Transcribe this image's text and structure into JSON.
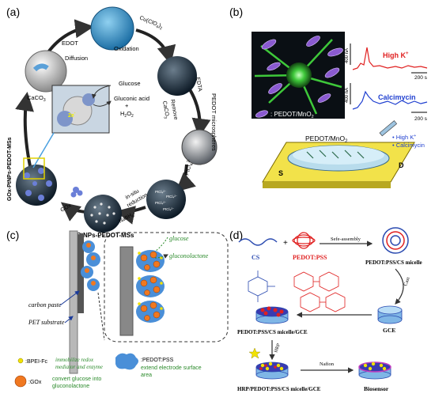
{
  "panel_a": {
    "label": "(a)",
    "steps": {
      "edot": "EDOT",
      "cu": "Cu(ClO",
      "cu_sub4": "4",
      "cu_close": ")",
      "cu_sub2": "2",
      "diffusion": "Diffusion",
      "oxidation": "Oxidation",
      "edta": "EDTA",
      "remove": "Remove",
      "caco3_inner": "CaCO",
      "caco3_inner_sub": "3",
      "microspheres": "PEDOT microspheres",
      "ptcl": "PtCl",
      "ptcl_sub": "4",
      "ptcl_sup": "2-",
      "insitu": "in-situ",
      "reduction": "reduction",
      "nabh": "NaBH",
      "nabh_sub": "4",
      "ptnps": "PtNPs-PEDOT-MSs",
      "gox": "GOx",
      "gox_full": "GOx-PtNPs-PEDOT-MSs",
      "caco3": "CaCO",
      "caco3_sub": "3",
      "glucose": "Glucose",
      "gluconic": "Gluconic acid",
      "plus": "+",
      "h2o2": "H",
      "h2o2_sub2": "2",
      "h2o2_o": "O",
      "h2o2_sub2b": "2",
      "electrons": "2e",
      "electrons_sup": "-"
    }
  },
  "panel_b": {
    "label": "(b)",
    "legend": ": PEDOT/MnO",
    "legend_sub": "2",
    "trace1_scale": "400 nA",
    "trace1_time": "200 s",
    "trace1_label": "High K",
    "trace1_sup": "+",
    "trace2_scale": "400 nA",
    "trace2_time": "200 s",
    "trace2_label": "Calcimycin",
    "dish_label": "PEDOT/MnO",
    "dish_label_sub": "2",
    "bullet1": "• High K",
    "bullet1_sup": "+",
    "bullet2": "• Calcimycin",
    "s_label": "S",
    "d_label": "D",
    "colors": {
      "trace1": "#e02020",
      "trace2": "#1f3fd0",
      "neuron": "#3ec83a"
    }
  },
  "panel_c": {
    "label": "(c)",
    "glucose": "glucose",
    "gluconolactone": "gluconolactone",
    "carbon_paste": "carbon paste",
    "pet_substrate": "PET substrate",
    "legend": {
      "bpei_key": ":BPEI-Fc",
      "bpei_desc1": "immobilize redox",
      "bpei_desc2": "mediator and enzyme",
      "gox_key": ":GOx",
      "gox_desc1": "convert glucose into",
      "gox_desc2": "gluconolactone",
      "pedot_key": ":PEDOT:PSS",
      "pedot_desc1": "extend electrode surface",
      "pedot_desc2": "area"
    }
  },
  "panel_d": {
    "label": "(d)",
    "cs": "CS",
    "plus": "+",
    "pedot": "PEDOT:PSS",
    "self_assembly": "Sefe-assembly",
    "micelle": "PEDOT:PSS/CS micelle",
    "cast": "Cast",
    "gce": "GCE",
    "micelle_gce": "PEDOT:PSS/CS micelle/GCE",
    "hrp": "HRP",
    "nafion": "Nafion",
    "hrp_full": "HRP/PEDOT:PSS/CS micelle/GCE",
    "biosensor": "Biosensor"
  }
}
